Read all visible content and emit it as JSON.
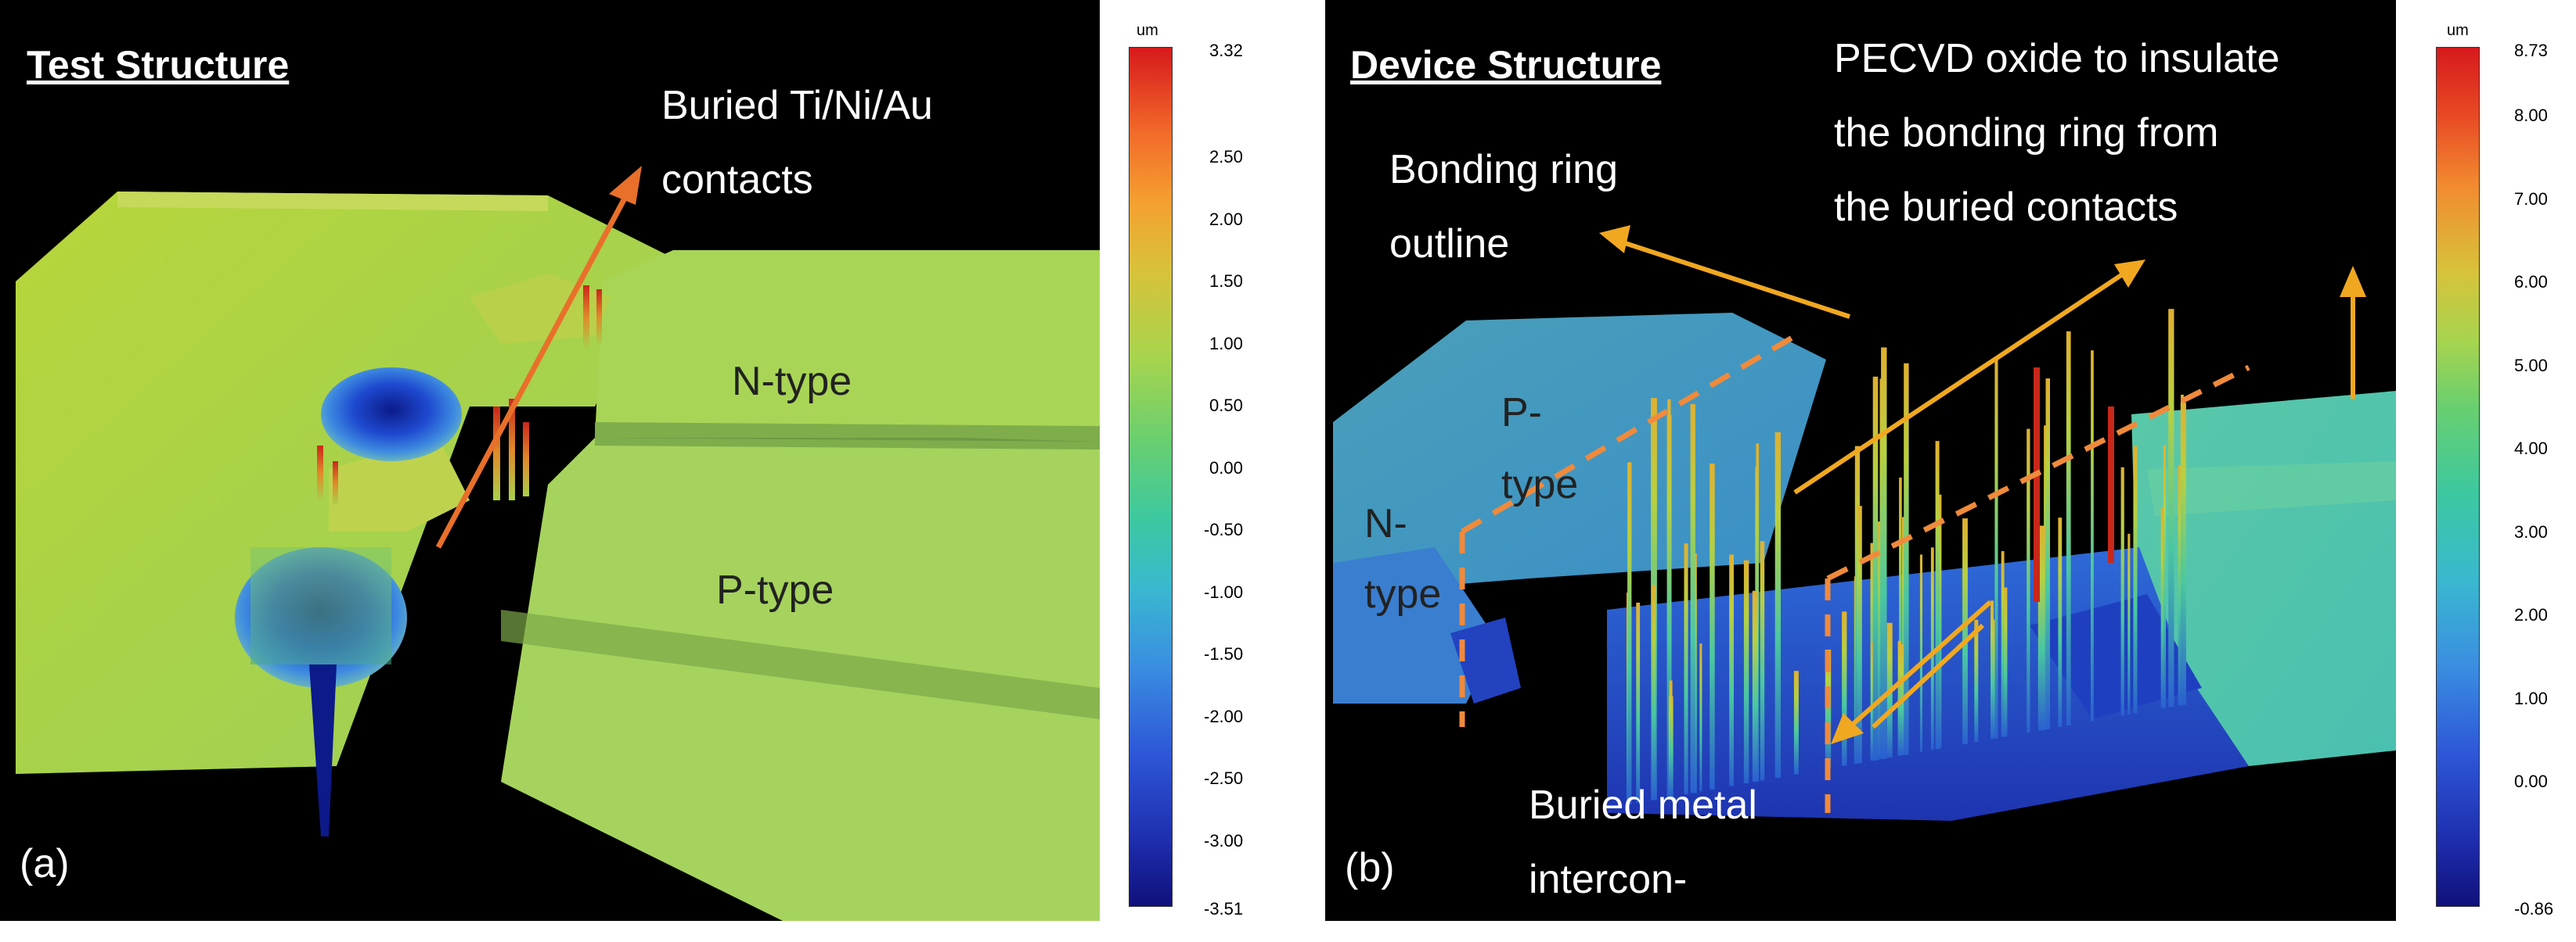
{
  "panel_a": {
    "title": "Test Structure",
    "label": "(a)",
    "annotation_contacts": [
      "Buried Ti/Ni/Au",
      "contacts"
    ],
    "label_ntype": "N-type",
    "label_ptype": "P-type"
  },
  "panel_b": {
    "title": "Device Structure",
    "label": "(b)",
    "annotation_pecvd": [
      "PECVD oxide to insulate",
      "the bonding ring from",
      "the buried contacts"
    ],
    "annotation_bonding": [
      "Bonding ring",
      "outline"
    ],
    "label_ptype": [
      "P-",
      "type"
    ],
    "label_ntype": [
      "N-",
      "type"
    ],
    "annotation_metal": [
      "Buried metal",
      "intercon-"
    ]
  },
  "colorbar_a": {
    "unit": "um",
    "max": "3.32",
    "ticks": [
      "2.50",
      "2.00",
      "1.50",
      "1.00",
      "0.50",
      "0.00",
      "-0.50",
      "-1.00",
      "-1.50",
      "-2.00",
      "-2.50",
      "-3.00"
    ],
    "min": "-3.51"
  },
  "colorbar_b": {
    "unit": "um",
    "max": "8.73",
    "ticks": [
      "8.00",
      "7.00",
      "6.00",
      "5.00",
      "4.00",
      "3.00",
      "2.00",
      "1.00",
      "0.00"
    ],
    "min": "-0.86"
  },
  "colors": {
    "arrow_a": "#e8702a",
    "arrow_b": "#f0a820",
    "dash_outline": "#f08a3c",
    "background": "#000000"
  }
}
